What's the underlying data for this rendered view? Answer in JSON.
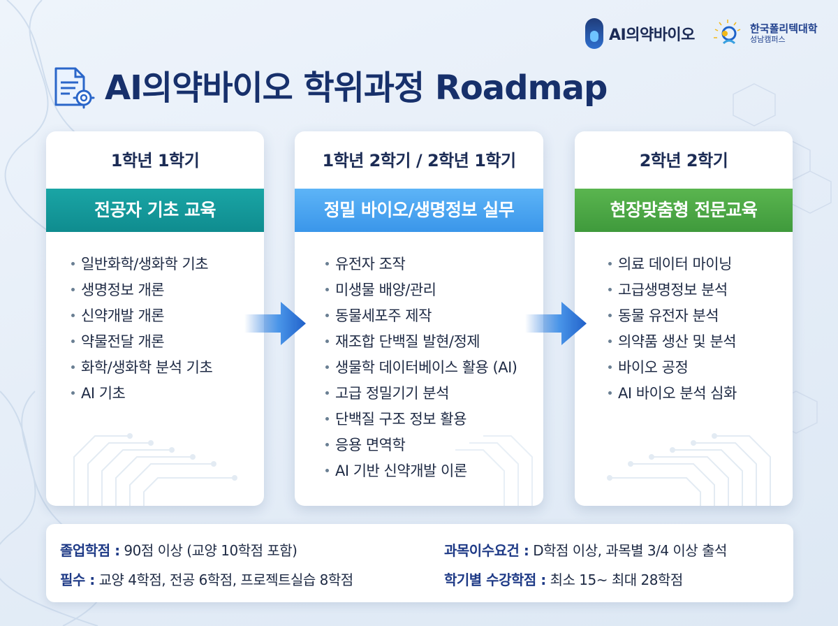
{
  "logos": {
    "ai_name": "AI의약바이오",
    "college_name": "한국폴리텍대학",
    "college_campus": "성남캠퍼스"
  },
  "title": "AI의약바이오 학위과정 Roadmap",
  "colors": {
    "title": "#17306b",
    "stage1": "#109597",
    "stage2": "#4aa5f2",
    "stage3": "#4ca746",
    "arrow": "#1f6fd6"
  },
  "stages": [
    {
      "term": "1학년 1학기",
      "subject": "전공자 기초 교육",
      "items": [
        "일반화학/생화학 기초",
        "생명정보 개론",
        "신약개발 개론",
        "약물전달 개론",
        "화학/생화학 분석 기초",
        "AI 기초"
      ]
    },
    {
      "term": "1학년 2학기 / 2학년 1학기",
      "subject": "정밀 바이오/생명정보 실무",
      "items": [
        "유전자 조작",
        "미생물 배양/관리",
        "동물세포주 제작",
        "재조합 단백질 발현/정제",
        "생물학 데이터베이스 활용 (AI)",
        "고급 정밀기기 분석",
        "단백질 구조 정보 활용",
        "응용 면역학",
        "AI 기반 신약개발 이론"
      ]
    },
    {
      "term": "2학년 2학기",
      "subject": "현장맞춤형 전문교육",
      "items": [
        "의료 데이터 마이닝",
        "고급생명정보 분석",
        "동물 유전자 분석",
        "의약품 생산 및 분석",
        "바이오 공정",
        "AI 바이오 분석 심화"
      ]
    }
  ],
  "requirements": {
    "graduation": {
      "label": "졸업학점 :",
      "value": " 90점 이상 (교양 10학점 포함)"
    },
    "required": {
      "label": "필수 :",
      "value": " 교양 4학점, 전공 6학점, 프로젝트실습 8학점"
    },
    "completion": {
      "label": "과목이수요건 :",
      "value": " D학점 이상, 과목별 3/4 이상 출석"
    },
    "credits": {
      "label": "학기별 수강학점 :",
      "value": " 최소 15~ 최대 28학점"
    }
  }
}
